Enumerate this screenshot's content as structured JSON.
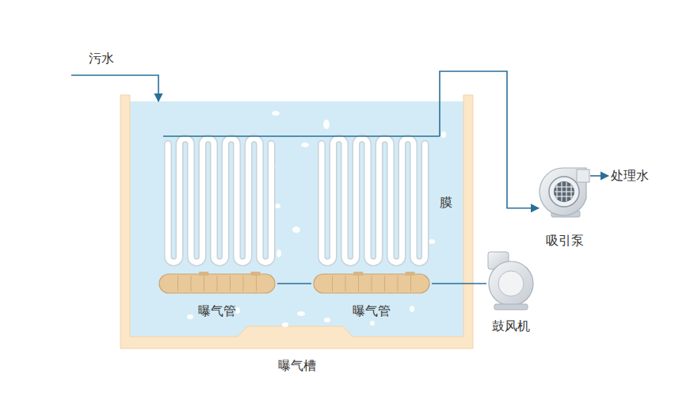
{
  "diagram": {
    "nodes": [
      {
        "text": [
          "曝气槽"
        ]
      },
      {
        "text": [
          "膜"
        ],
        "in": 0
      },
      {
        "text": [
          "曝气管"
        ],
        "in": 0
      },
      {
        "text": [
          "曝气管"
        ],
        "in": 0
      },
      {
        "text": [
          "吸引泵"
        ]
      },
      {
        "text": [
          "鼓风机"
        ]
      }
    ],
    "edges": [
      {
        "from": 1,
        "to": 4,
        "arrow": "to"
      },
      {
        "from": 5,
        "to": 3,
        "arrow": "none"
      },
      {
        "from": 3,
        "to": 2,
        "arrow": "none"
      }
    ],
    "labels": [
      "污水",
      "处理水"
    ]
  }
}
